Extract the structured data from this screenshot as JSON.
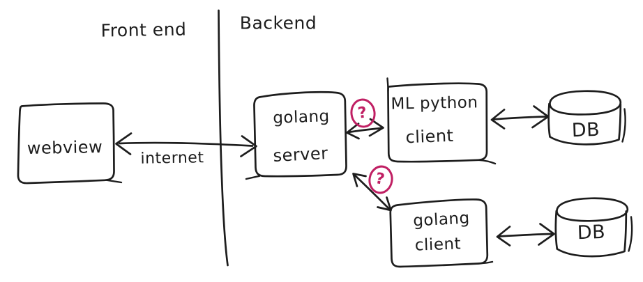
{
  "diagram": {
    "sections": {
      "frontend_label": "Front end",
      "backend_label": "Backend"
    },
    "nodes": {
      "webview": {
        "label": "webview"
      },
      "golang_server": {
        "line1": "golang",
        "line2": "server"
      },
      "ml_python_client": {
        "line1": "ML python",
        "line2": "client"
      },
      "golang_client": {
        "line1": "golang",
        "line2": "client"
      },
      "db_top": {
        "label": "DB"
      },
      "db_bottom": {
        "label": "DB"
      }
    },
    "edges": {
      "webview_server": {
        "label": "internet",
        "type": "double-arrow"
      },
      "server_ml": {
        "annotation": "?",
        "type": "double-arrow"
      },
      "server_golang_client": {
        "annotation": "?",
        "type": "double-arrow"
      },
      "ml_db": {
        "type": "double-arrow"
      },
      "golang_client_db": {
        "type": "double-arrow"
      }
    },
    "colors": {
      "ink": "#1d1d1d",
      "annotation_accent": "#c01f63",
      "background": "#ffffff"
    }
  }
}
